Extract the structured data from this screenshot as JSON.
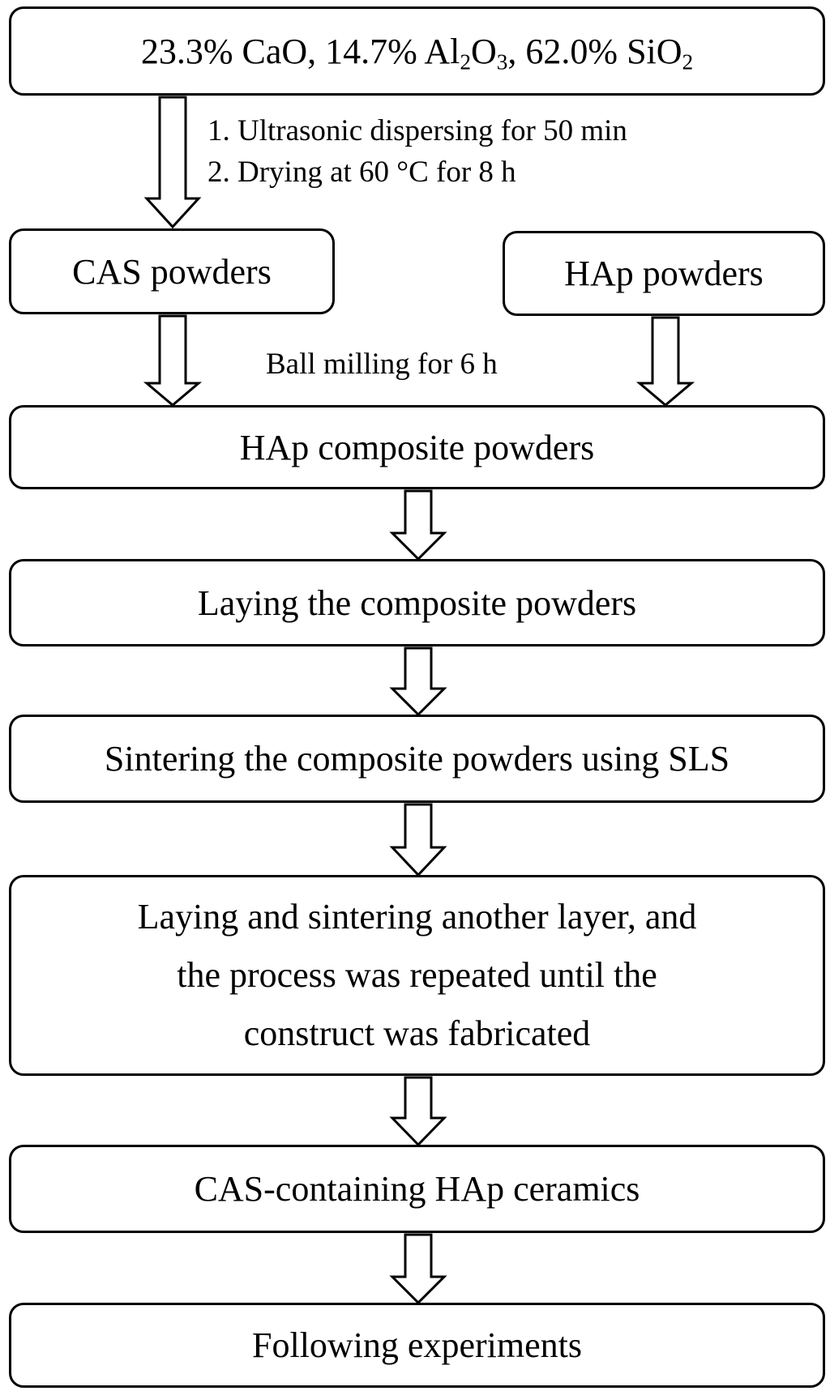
{
  "diagram": {
    "nodes": {
      "raw_materials": {
        "cao": "23.3% CaO",
        "sep1": ", ",
        "al_prefix": "14.7% Al",
        "al_sub1": "2",
        "al_o": "O",
        "al_sub2": "3",
        "sep2": ", ",
        "si_prefix": "62.0% SiO",
        "si_sub": "2"
      },
      "cas_powders": "CAS powders",
      "hap_powders": "HAp powders",
      "hap_composite": "HAp composite powders",
      "laying": "Laying the composite powders",
      "sintering": "Sintering the composite powders using SLS",
      "repeat": {
        "line1": "Laying and sintering another layer, and",
        "line2": "the process was repeated until the",
        "line3": "construct was fabricated"
      },
      "ceramics": "CAS-containing HAp ceramics",
      "following": "Following experiments"
    },
    "annotations": {
      "step1": "1. Ultrasonic dispersing for 50 min",
      "step2": "2. Drying at 60 °C for 8 h",
      "ball_milling": "Ball milling for 6 h"
    },
    "colors": {
      "stroke": "#000000",
      "text": "#000000",
      "background": "#ffffff"
    }
  }
}
